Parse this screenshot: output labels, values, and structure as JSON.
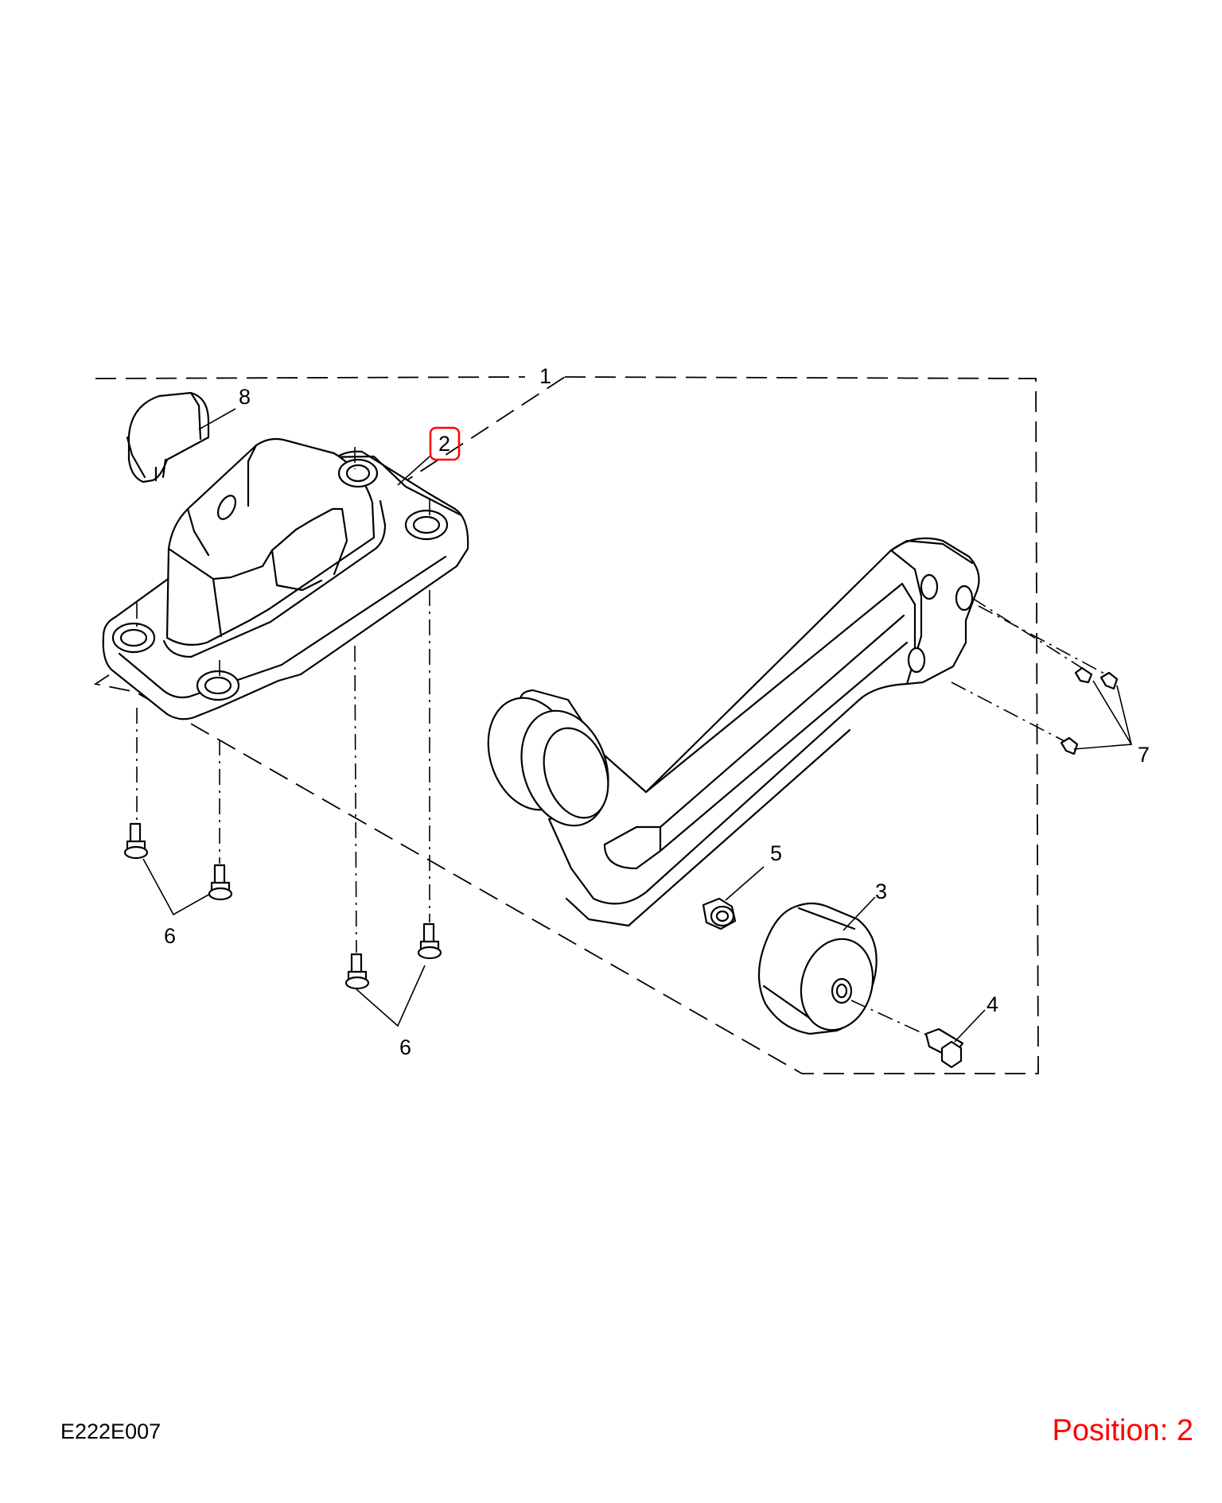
{
  "diagram": {
    "code": "E222E007",
    "position_label": "Position: 2",
    "colors": {
      "line": "#000000",
      "highlight": "#ff0000",
      "background": "#ffffff"
    },
    "callouts": {
      "c1": "1",
      "c2": "2",
      "c3": "3",
      "c4": "4",
      "c5": "5",
      "c6a": "6",
      "c6b": "6",
      "c7": "7",
      "c8": "8"
    },
    "highlighted_callout": "2"
  }
}
